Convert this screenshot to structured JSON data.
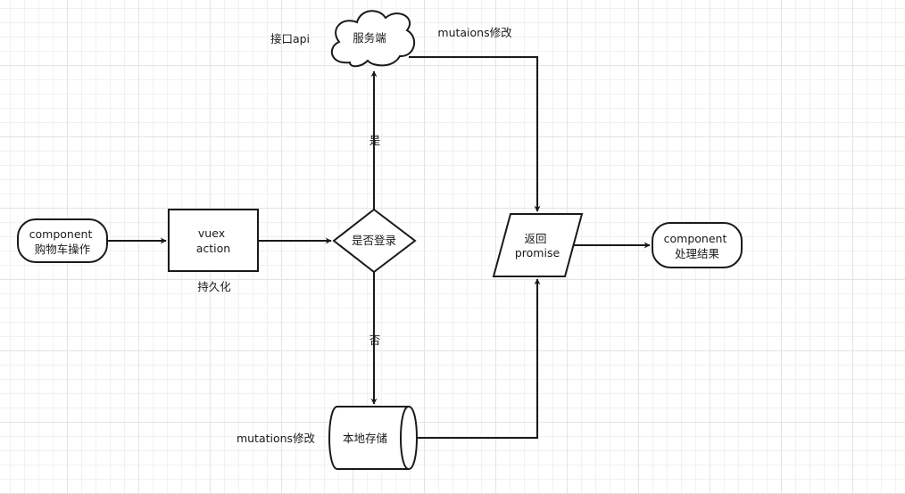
{
  "nodes": {
    "component_cart": {
      "lines": [
        "component",
        "购物车操作"
      ]
    },
    "vuex_action": {
      "lines": [
        "vuex",
        "action"
      ]
    },
    "is_logged_in": {
      "lines": [
        "是否登录"
      ]
    },
    "server": {
      "lines": [
        "服务端"
      ]
    },
    "return_promise": {
      "lines": [
        "返回",
        "promise"
      ]
    },
    "component_result": {
      "lines": [
        "component",
        "处理结果"
      ]
    },
    "local_storage": {
      "lines": [
        "本地存储"
      ]
    }
  },
  "labels": {
    "persist": "持久化",
    "api": "接口api",
    "mutations_server": "mutaions修改",
    "yes": "是",
    "no": "否",
    "mutations_local": "mutations修改"
  },
  "colors": {
    "stroke": "#1a1a1a",
    "fill": "#ffffff",
    "grid": "#e4e4e4"
  }
}
